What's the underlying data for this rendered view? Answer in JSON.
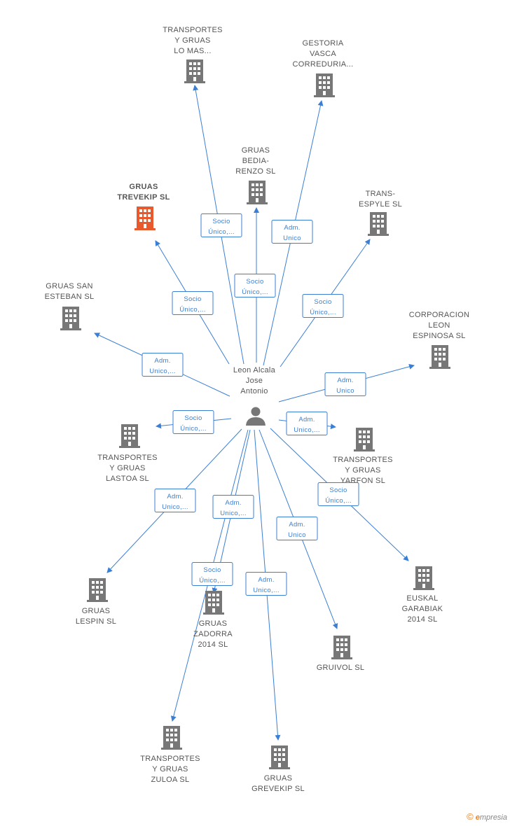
{
  "center": {
    "name_lines": [
      "Leon Alcala",
      "Jose",
      "Antonio"
    ],
    "icon": "person-icon"
  },
  "colors": {
    "edge": "#3b7fd4",
    "building": "#777777",
    "highlight": "#e85a2e",
    "text": "#555555"
  },
  "nodes": [
    {
      "id": "transportes-gruas-lo-mas",
      "lines": [
        "TRANSPORTES",
        "Y GRUAS",
        "LO MAS..."
      ],
      "highlight": false,
      "icon": "building-icon"
    },
    {
      "id": "gestoria-vasca",
      "lines": [
        "GESTORIA",
        "VASCA",
        "CORREDURIA..."
      ],
      "highlight": false,
      "icon": "building-icon"
    },
    {
      "id": "gruas-bedia-renzo",
      "lines": [
        "GRUAS",
        "BEDIA-",
        "RENZO  SL"
      ],
      "highlight": false,
      "icon": "building-icon"
    },
    {
      "id": "gruas-trevekip",
      "lines": [
        "GRUAS",
        "TREVEKIP  SL"
      ],
      "highlight": true,
      "icon": "building-icon"
    },
    {
      "id": "trans-espyle",
      "lines": [
        "TRANS-",
        "ESPYLE  SL"
      ],
      "highlight": false,
      "icon": "building-icon"
    },
    {
      "id": "gruas-san-esteban",
      "lines": [
        "GRUAS SAN",
        "ESTEBAN  SL"
      ],
      "highlight": false,
      "icon": "building-icon"
    },
    {
      "id": "corporacion-leon-espinosa",
      "lines": [
        "CORPORACION",
        "LEON",
        "ESPINOSA SL"
      ],
      "highlight": false,
      "icon": "building-icon"
    },
    {
      "id": "transportes-gruas-lastoa",
      "lines": [
        "TRANSPORTES",
        "Y GRUAS",
        "LASTOA  SL"
      ],
      "highlight": false,
      "icon": "building-icon"
    },
    {
      "id": "transportes-gruas-yarfon",
      "lines": [
        "TRANSPORTES",
        "Y GRUAS",
        "YARFON  SL"
      ],
      "highlight": false,
      "icon": "building-icon"
    },
    {
      "id": "gruas-lespin",
      "lines": [
        "GRUAS",
        "LESPIN  SL"
      ],
      "highlight": false,
      "icon": "building-icon"
    },
    {
      "id": "gruas-zadorra",
      "lines": [
        "GRUAS",
        "ZADORRA",
        "2014  SL"
      ],
      "highlight": false,
      "icon": "building-icon"
    },
    {
      "id": "euskal-garabiak",
      "lines": [
        "EUSKAL",
        "GARABIAK",
        "2014  SL"
      ],
      "highlight": false,
      "icon": "building-icon"
    },
    {
      "id": "gruivol",
      "lines": [
        "GRUIVOL SL"
      ],
      "highlight": false,
      "icon": "building-icon"
    },
    {
      "id": "transportes-gruas-zuloa",
      "lines": [
        "TRANSPORTES",
        "Y GRUAS",
        "ZULOA  SL"
      ],
      "highlight": false,
      "icon": "building-icon"
    },
    {
      "id": "gruas-grevekip",
      "lines": [
        "GRUAS",
        "GREVEKIP  SL"
      ],
      "highlight": false,
      "icon": "building-icon"
    }
  ],
  "relations": [
    {
      "target": "transportes-gruas-lo-mas",
      "lines": [
        "Socio",
        "Único,..."
      ]
    },
    {
      "target": "gestoria-vasca",
      "lines": [
        "Adm.",
        "Unico"
      ]
    },
    {
      "target": "gruas-bedia-renzo",
      "lines": [
        "Socio",
        "Único,..."
      ]
    },
    {
      "target": "gruas-trevekip",
      "lines": [
        "Socio",
        "Único,..."
      ]
    },
    {
      "target": "trans-espyle",
      "lines": [
        "Socio",
        "Único,..."
      ]
    },
    {
      "target": "gruas-san-esteban",
      "lines": [
        "Adm.",
        "Unico,..."
      ]
    },
    {
      "target": "corporacion-leon-espinosa",
      "lines": [
        "Adm.",
        "Unico"
      ]
    },
    {
      "target": "transportes-gruas-lastoa",
      "lines": [
        "Socio",
        "Único,..."
      ]
    },
    {
      "target": "transportes-gruas-yarfon",
      "lines": [
        "Adm.",
        "Unico,..."
      ]
    },
    {
      "target": "gruas-lespin",
      "lines": [
        "Adm.",
        "Unico,..."
      ]
    },
    {
      "target": "gruas-zadorra",
      "lines": [
        "Adm.",
        "Unico,..."
      ]
    },
    {
      "target": "euskal-garabiak",
      "lines": [
        "Socio",
        "Único,..."
      ]
    },
    {
      "target": "gruivol",
      "lines": [
        "Adm.",
        "Unico"
      ]
    },
    {
      "target": "transportes-gruas-zuloa",
      "lines": [
        "Socio",
        "Único,..."
      ]
    },
    {
      "target": "gruas-grevekip",
      "lines": [
        "Adm.",
        "Unico,..."
      ]
    }
  ],
  "footer": {
    "copyright": "©",
    "brand_e": "e",
    "brand_rest": "mpresia"
  }
}
